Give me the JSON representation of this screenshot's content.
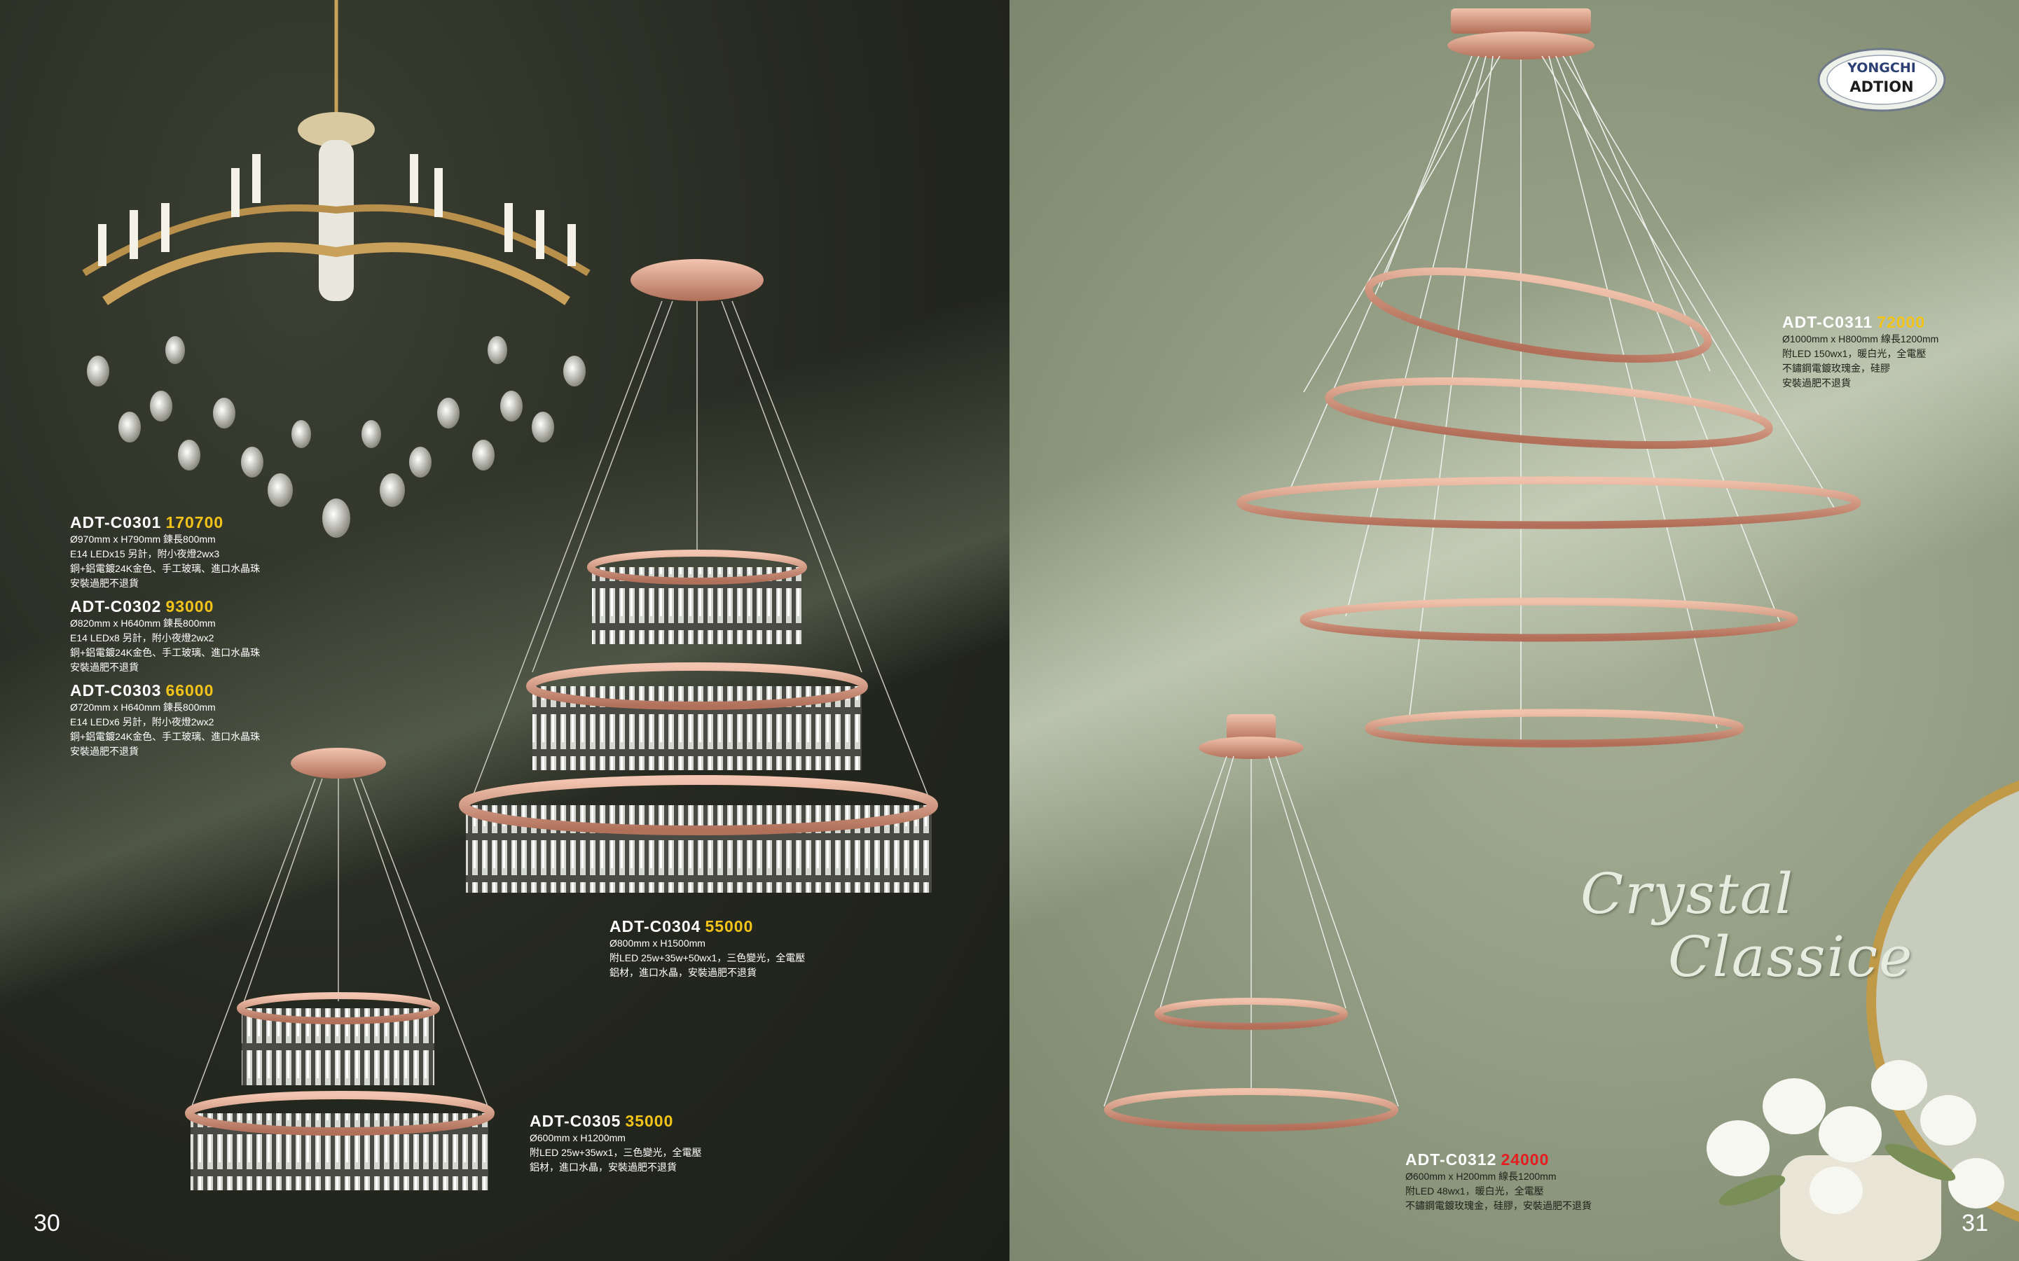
{
  "catalog": {
    "left_page_number": "30",
    "right_page_number": "31",
    "logo": {
      "line1": "YONGCHI",
      "line2": "ADTION"
    },
    "title_line1": "Crystal",
    "title_line2": "Classice"
  },
  "products": {
    "c0301": {
      "code": "ADT-C0301",
      "price": "170700",
      "lines": [
        "Ø970mm x H790mm 鍊長800mm",
        "E14 LEDx15 另計，附小夜燈2wx3",
        "銅+鋁電鍍24K金色、手工玻璃、進口水晶珠",
        "安裝過肥不退貨"
      ]
    },
    "c0302": {
      "code": "ADT-C0302",
      "price": "93000",
      "lines": [
        "Ø820mm x H640mm 鍊長800mm",
        "E14 LEDx8 另計，附小夜燈2wx2",
        "銅+鋁電鍍24K金色、手工玻璃、進口水晶珠",
        "安裝過肥不退貨"
      ]
    },
    "c0303": {
      "code": "ADT-C0303",
      "price": "66000",
      "lines": [
        "Ø720mm x H640mm 鍊長800mm",
        "E14 LEDx6 另計，附小夜燈2wx2",
        "銅+鋁電鍍24K金色、手工玻璃、進口水晶珠",
        "安裝過肥不退貨"
      ]
    },
    "c0304": {
      "code": "ADT-C0304",
      "price": "55000",
      "lines": [
        "Ø800mm x H1500mm",
        "附LED 25w+35w+50wx1，三色變光，全電壓",
        "鋁材，進口水晶，安裝過肥不退貨"
      ]
    },
    "c0305": {
      "code": "ADT-C0305",
      "price": "35000",
      "lines": [
        "Ø600mm x H1200mm",
        "附LED 25w+35wx1，三色變光，全電壓",
        "鋁材，進口水晶，安裝過肥不退貨"
      ]
    },
    "c0311": {
      "code": "ADT-C0311",
      "price": "72000",
      "lines": [
        "Ø1000mm x H800mm 線長1200mm",
        "附LED 150wx1，暖白光，全電壓",
        "不鏽鋼電鍍玫瑰金，硅膠",
        "安裝過肥不退貨"
      ]
    },
    "c0312": {
      "code": "ADT-C0312",
      "price": "24000",
      "lines": [
        "Ø600mm x H200mm 線長1200mm",
        "附LED 48wx1，暖白光，全電壓",
        "不鏽鋼電鍍玫瑰金，硅膠，安裝過肥不退貨"
      ]
    }
  },
  "colors": {
    "price_yellow": "#f2c419",
    "price_red": "#e41d20",
    "rose_gold": "#d9a088"
  }
}
